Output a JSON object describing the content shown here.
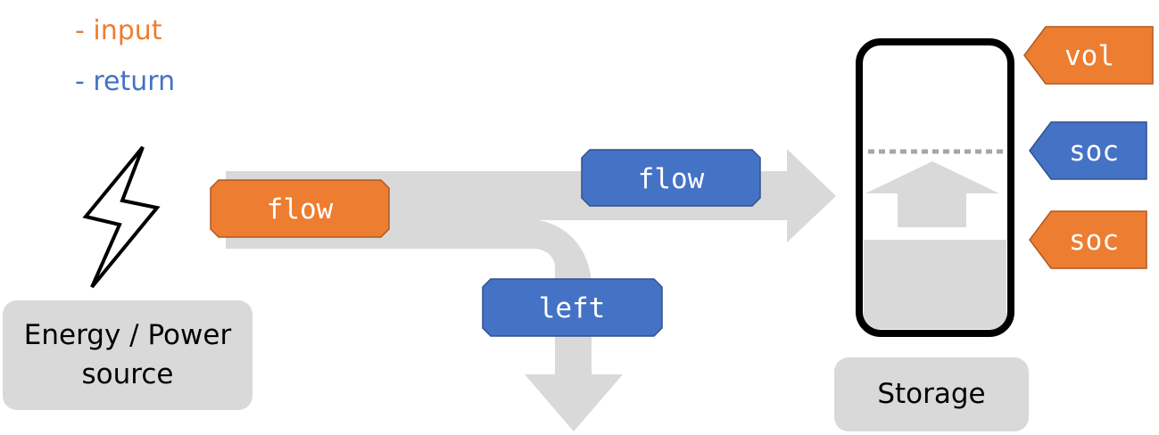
{
  "legend": {
    "input_label": "- input",
    "return_label": "- return",
    "input_color": "#ed7d31",
    "return_color": "#4472c4"
  },
  "source": {
    "label_line1": "Energy / Power",
    "label_line2": "source"
  },
  "storage": {
    "label": "Storage"
  },
  "tags": {
    "flow_input": "flow",
    "flow_return": "flow",
    "left_return": "left",
    "vol_input": "vol",
    "soc_return": "soc",
    "soc_input": "soc"
  },
  "colors": {
    "arrow_gray": "#d9d9d9",
    "outline": "#000000"
  }
}
